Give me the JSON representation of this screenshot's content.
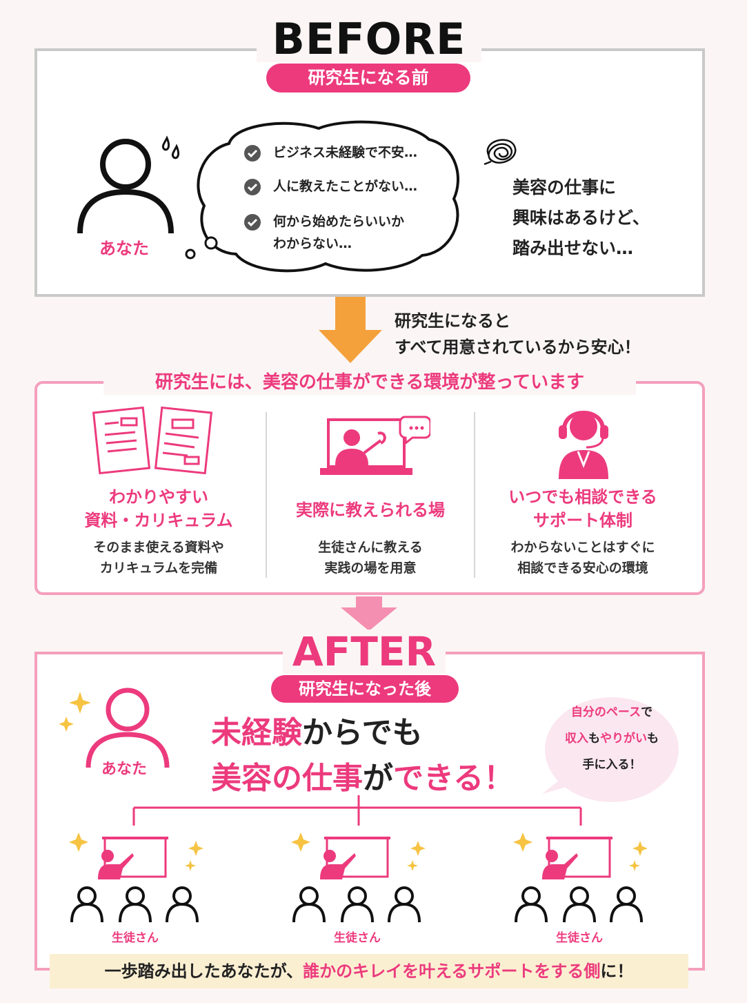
{
  "before": {
    "title": "BEFORE",
    "pill": "研究生になる前",
    "you_label": "あなた",
    "worries": [
      "ビジネス未経験で不安…",
      "人に教えたことがない…",
      "何から始めたらいいか",
      "わからない…"
    ],
    "side_text": [
      "美容の仕事に",
      "興味はあるけど、",
      "踏み出せない…"
    ]
  },
  "transition": {
    "line1": "研究生になると",
    "line2": "すべて用意されているから安心！"
  },
  "middle": {
    "title": "研究生には、美容の仕事ができる環境が整っています",
    "features": [
      {
        "title_lines": [
          "わかりやすい",
          "資料・カリキュラム"
        ],
        "desc_lines": [
          "そのまま使える資料や",
          "カリキュラムを完備"
        ]
      },
      {
        "title_lines": [
          "実際に教えられる場"
        ],
        "desc_lines": [
          "生徒さんに教える",
          "実践の場を用意"
        ]
      },
      {
        "title_lines": [
          "いつでも相談できる",
          "サポート体制"
        ],
        "desc_lines": [
          "わからないことはすぐに",
          "相談できる安心の環境"
        ]
      }
    ]
  },
  "after": {
    "title": "AFTER",
    "pill": "研究生になった後",
    "you_label": "あなた",
    "headline": {
      "l1a": "未経験",
      "l1b": "からでも",
      "l2a": "美容の仕事",
      "l2b": "が",
      "l2c": "できる！"
    },
    "bubble": {
      "l1a": "自分のペース",
      "l1b": "で",
      "l2a": "収入",
      "l2b": "も",
      "l2c": "やりがい",
      "l2d": "も",
      "l3": "手に入る！"
    },
    "student_label": "生徒さん"
  },
  "banner": {
    "a": "一歩踏み出したあなたが、",
    "b": "誰かのキレイを叶えるサポートをする側",
    "c": "に！"
  },
  "colors": {
    "pink": "#ec3a7d",
    "light_pink": "#f49fbd",
    "orange": "#f4a13c",
    "gray": "#c9c9c9",
    "banner": "#fbefd2"
  }
}
